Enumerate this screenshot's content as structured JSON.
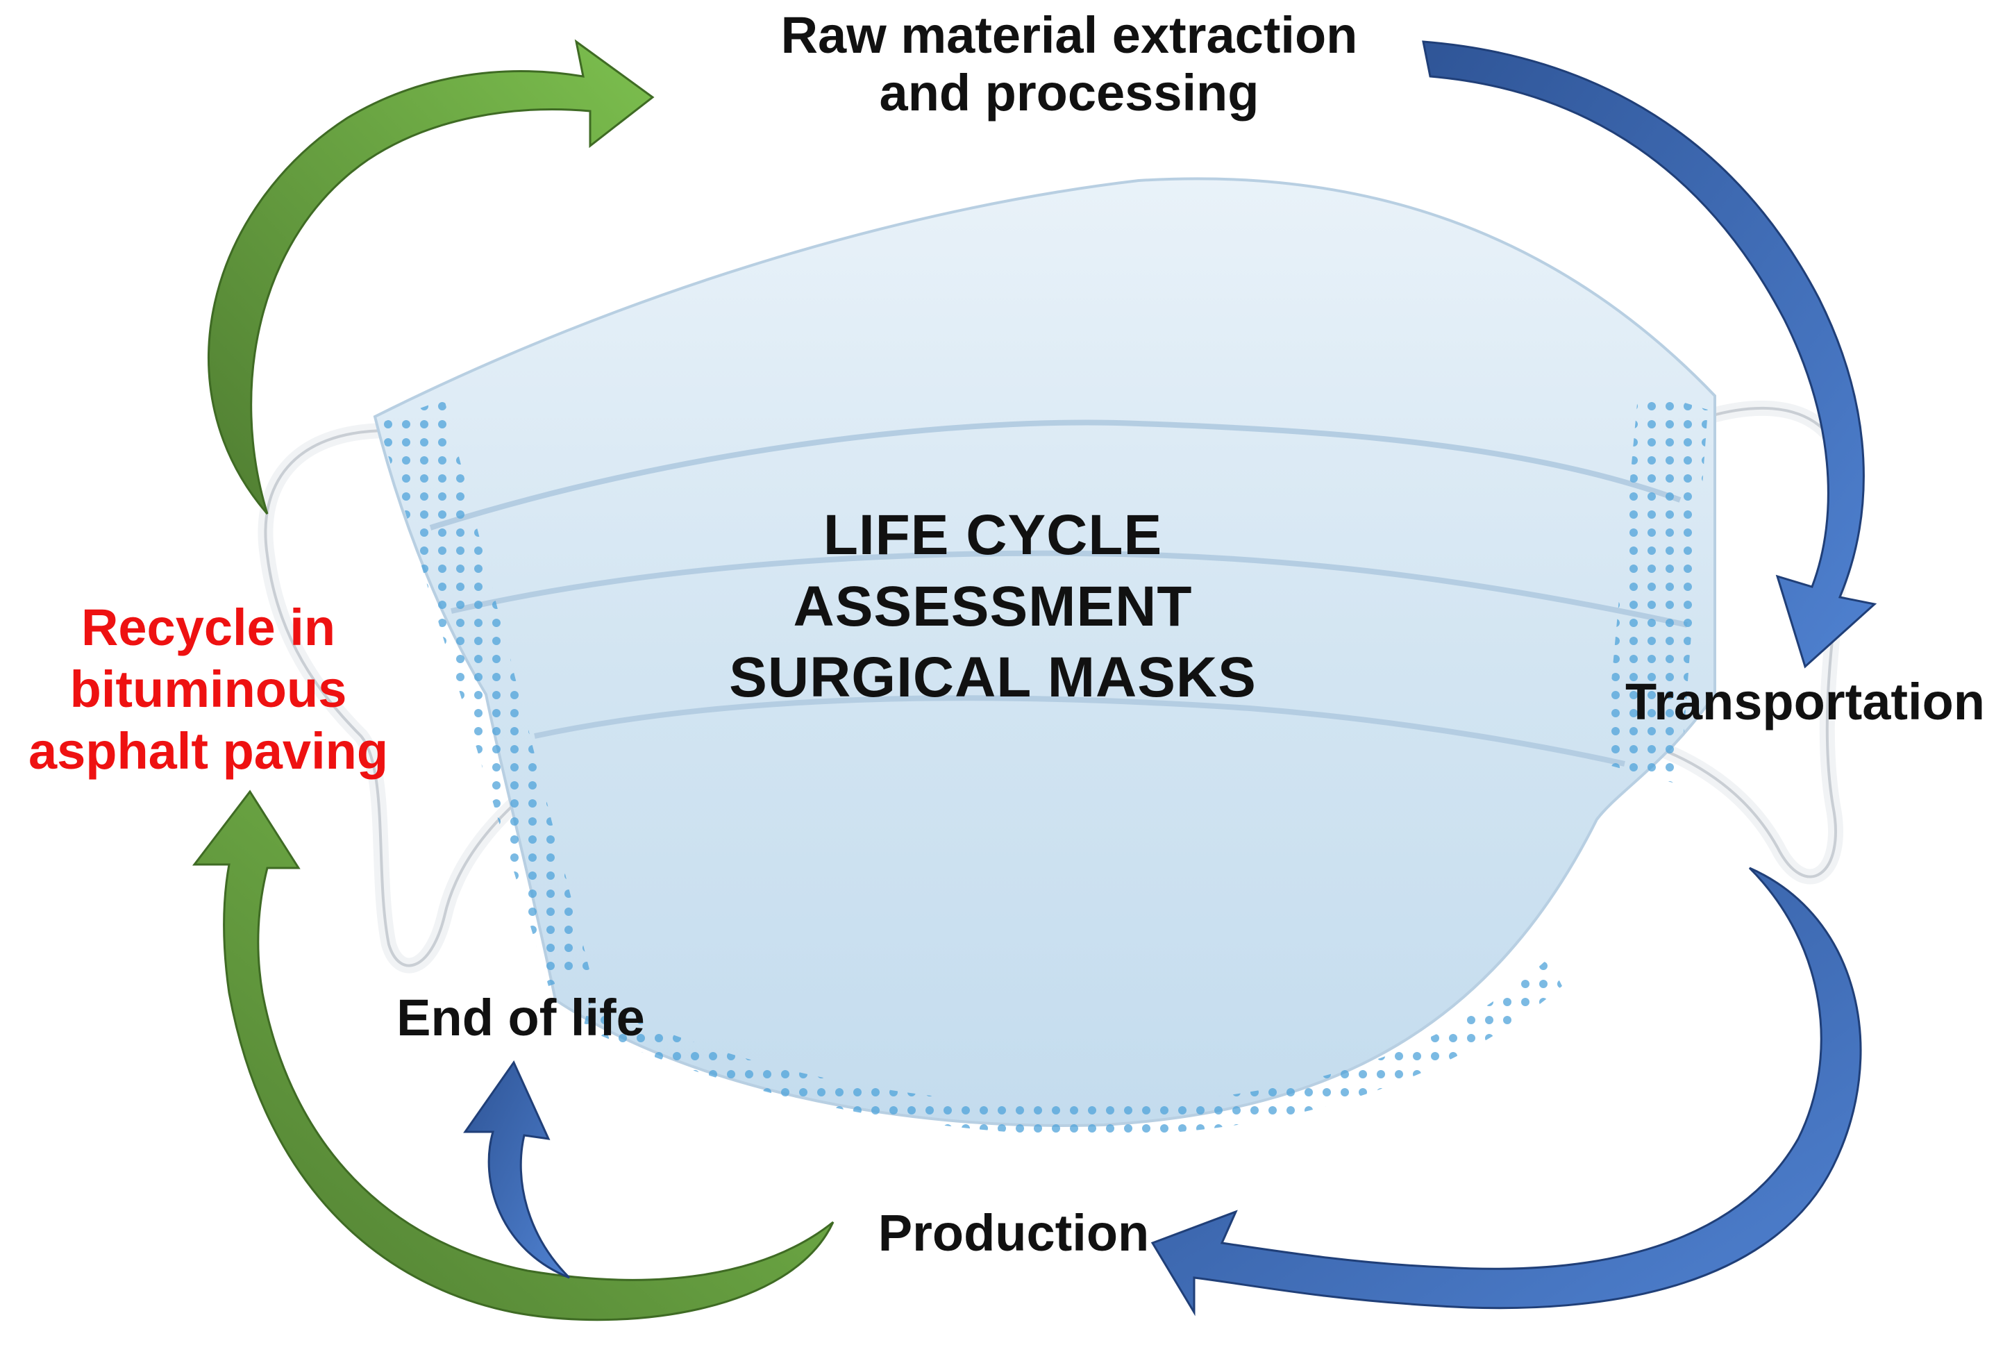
{
  "diagram": {
    "center_title": [
      "LIFE CYCLE",
      "ASSESSMENT",
      "SURGICAL MASKS"
    ],
    "stages": {
      "raw_material": [
        "Raw material extraction",
        "and processing"
      ],
      "transportation": "Transportation",
      "production": "Production",
      "end_of_life": "End of life",
      "recycle": [
        "Recycle in",
        "bituminous",
        "asphalt paving"
      ]
    },
    "colors": {
      "blue_arrow": "#4472c4",
      "blue_arrow_dark": "#2f5597",
      "green_arrow": "#70ad47",
      "green_arrow_dark": "#507e32",
      "recycle_text": "#ee1111",
      "mask_fabric": "#d6e6f2",
      "mask_dots": "#5aa9dc"
    },
    "icons": [
      "surgical-mask-illustration",
      "curved-arrow"
    ]
  }
}
